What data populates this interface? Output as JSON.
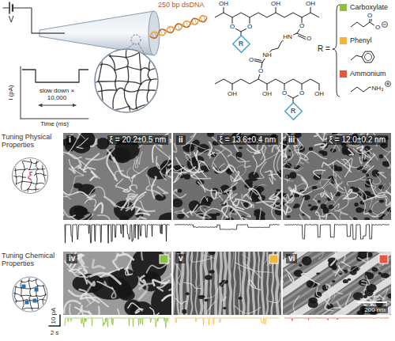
{
  "diagram": {
    "nodes": [
      {
        "text": [
          "R"
        ]
      },
      {
        "text": [
          "R"
        ]
      },
      {
        "text": [
          "ξ"
        ]
      },
      {
        "text": [
          "i",
          "ξ = 20.2±0.5 nm"
        ]
      },
      {
        "text": [
          "ii",
          "ξ = 13.6±0.4 nm"
        ]
      },
      {
        "text": [
          "iii",
          "ξ = 12.0±0.2 nm"
        ]
      },
      {
        "text": [
          "iv"
        ]
      },
      {
        "text": [
          "v"
        ]
      },
      {
        "text": [
          "vi",
          "200 nm"
        ]
      }
    ],
    "labels": [
      "V",
      "250 bp dsDNA",
      "slow down × 10,000",
      "I (pA)",
      "Time (ms)",
      "OH",
      "OH",
      "OH",
      "O",
      "O",
      "O",
      "O",
      "HN",
      "NH",
      "O",
      "O",
      "O",
      "O",
      "OH",
      "OH",
      "OH",
      "R =",
      "O",
      "O",
      "NH₃",
      "Tuning Physical Properties",
      "Tuning Chemical Properties",
      "10 pA",
      "2 s"
    ],
    "legend": [
      {
        "text": "Carboxylate",
        "color": "#8fbf3f"
      },
      {
        "text": "Phenyl",
        "color": "#f2b53b"
      },
      {
        "text": "Ammonium",
        "color": "#e8573c"
      }
    ]
  }
}
